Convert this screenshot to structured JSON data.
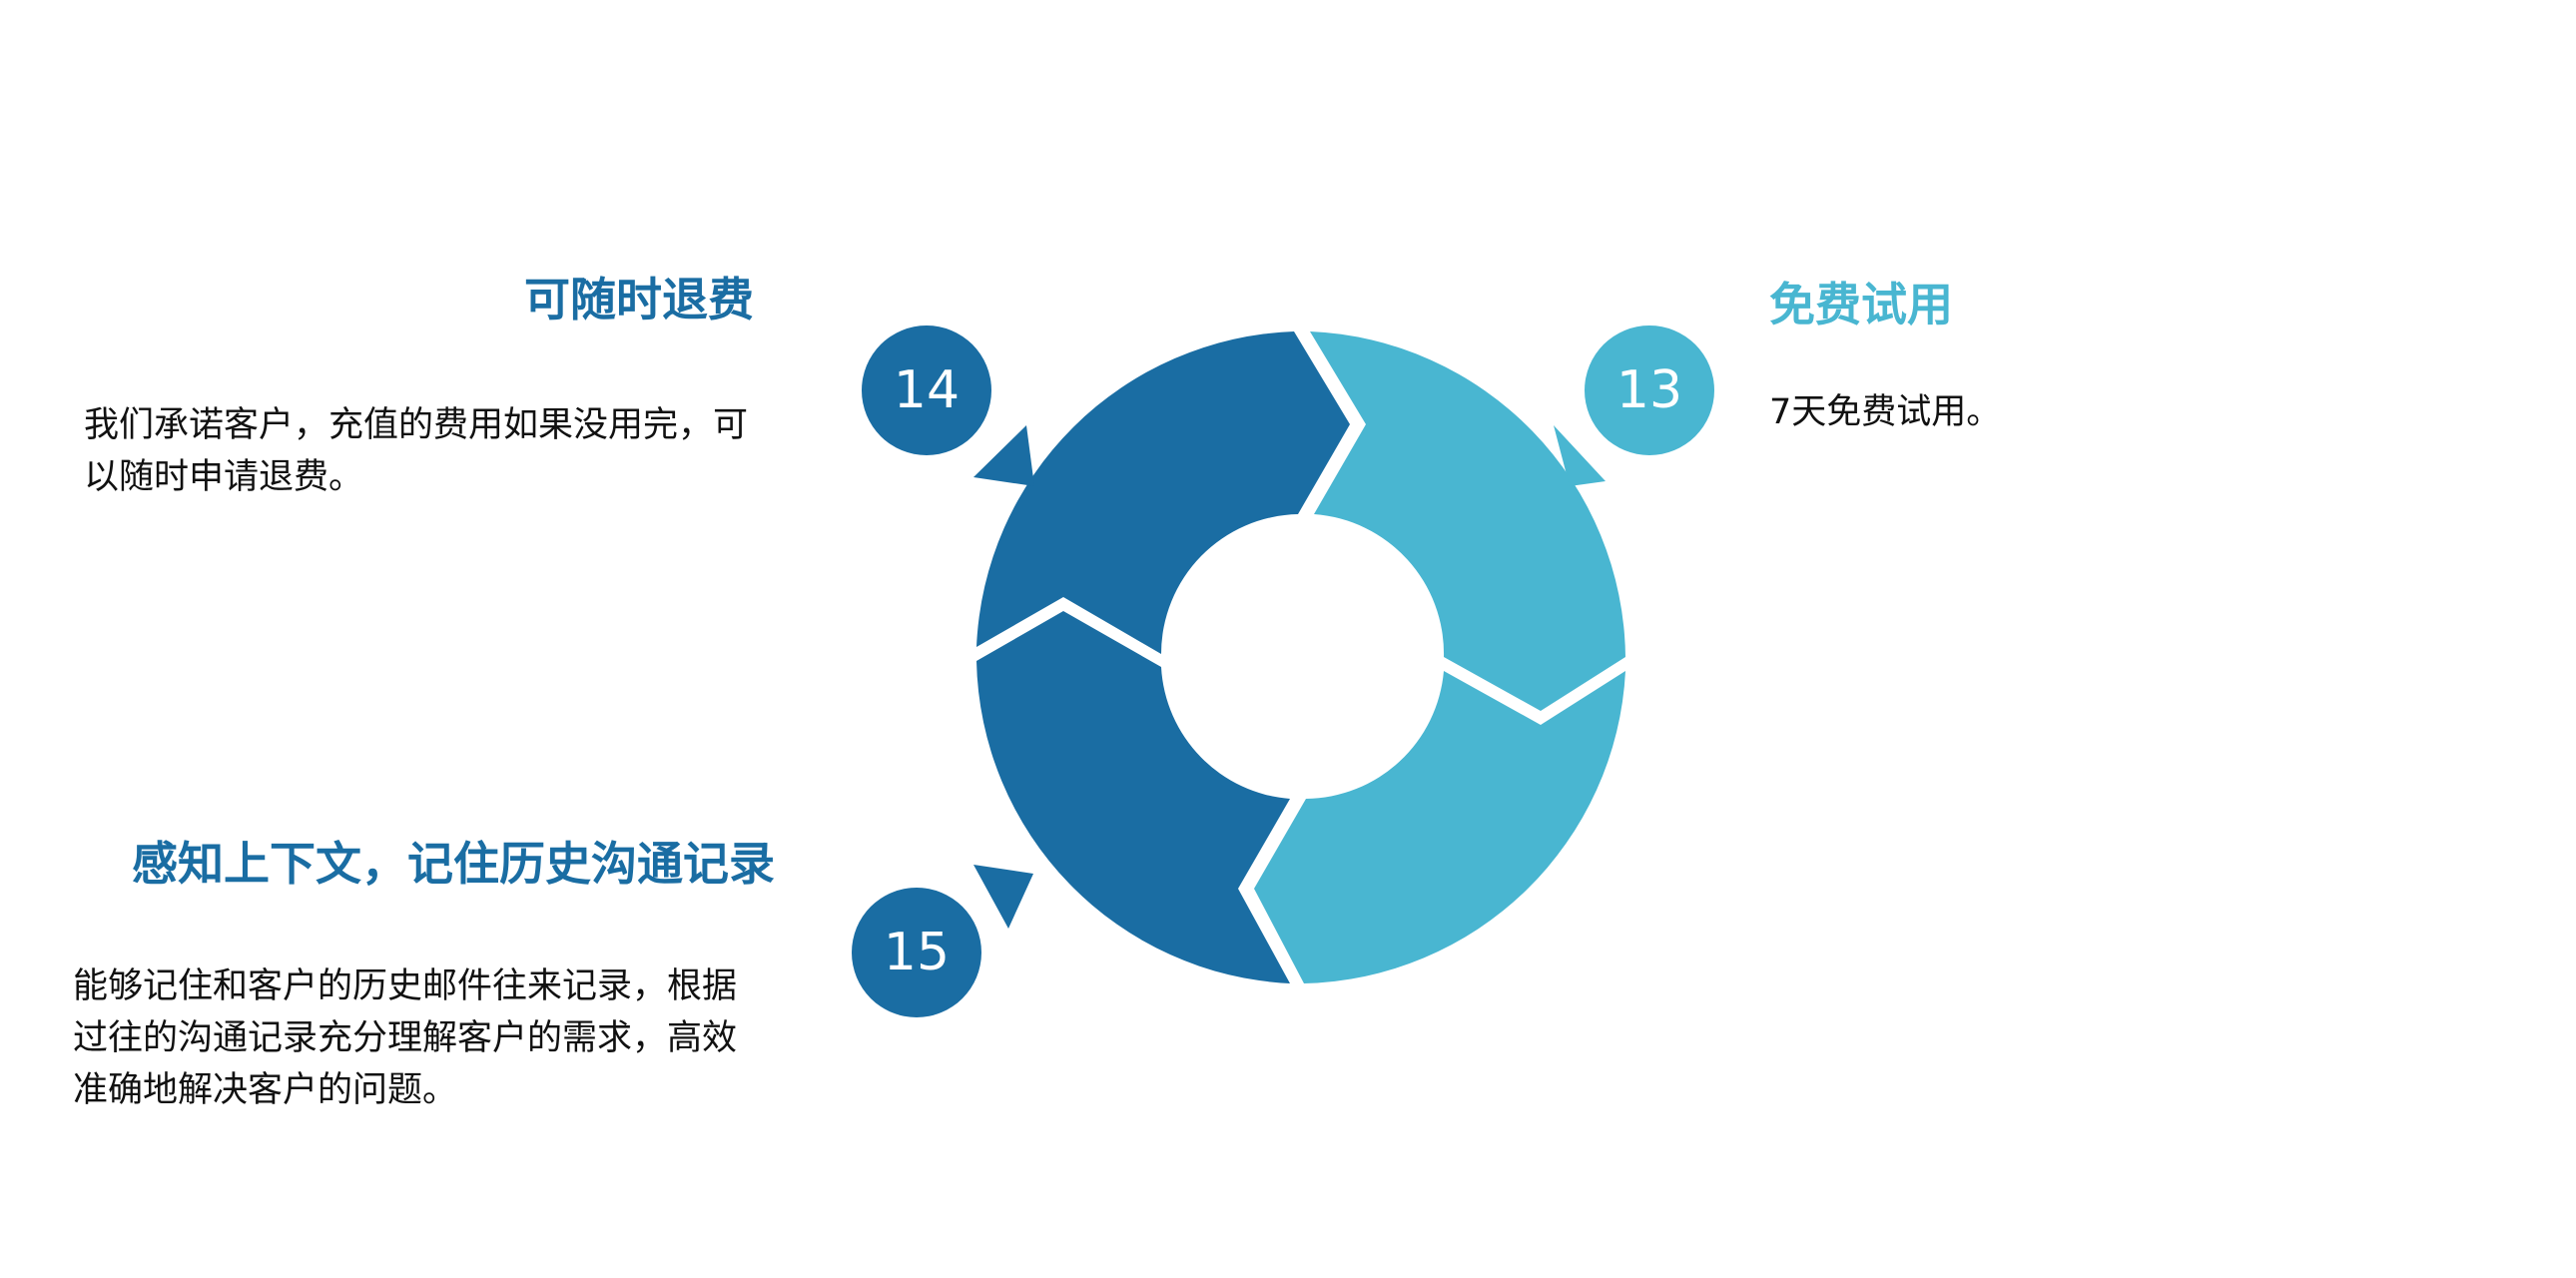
{
  "colors": {
    "dark_blue": "#1a6da3",
    "light_blue": "#49b6d1",
    "text": "#111111",
    "background": "#ffffff"
  },
  "steps": {
    "top_left": {
      "number": "14",
      "title": "可随时退费",
      "lines": [
        "我们承诺客户，充值的费用如果没用完，可",
        "以随时申请退费。"
      ]
    },
    "top_right": {
      "number": "13",
      "title": "免费试用",
      "lines": [
        "7天免费试用。"
      ]
    },
    "bottom_left": {
      "number": "15",
      "title": "感知上下文，记住历史沟通记录",
      "lines": [
        "能够记住和客户的历史邮件往来记录，根据",
        "过往的沟通记录充分理解客户的需求，高效",
        "准确地解决客户的问题。"
      ]
    }
  }
}
